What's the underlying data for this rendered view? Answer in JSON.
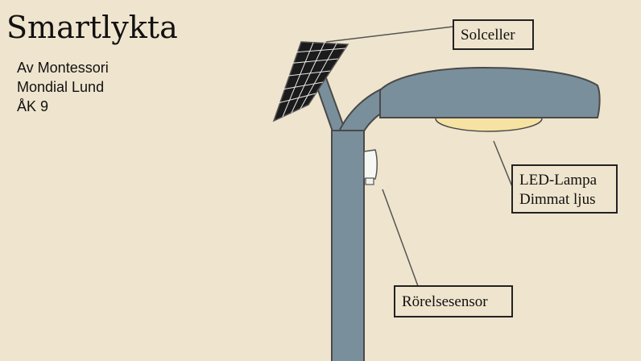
{
  "title": "Smartlykta",
  "subtitle": {
    "lines": [
      "Av Montessori",
      "Mondial Lund",
      "ÅK 9"
    ]
  },
  "labels": {
    "solar": "Solceller",
    "led_line1": "LED-Lampa",
    "led_line2": "Dimmat ljus",
    "sensor": "Rörelsesensor"
  },
  "colors": {
    "background": "#efe4cd",
    "pole": "#7a8f9c",
    "outline": "#4a4a4a",
    "lamp_glow": "#f6e2a2",
    "solar_panel": "#1b1b1b"
  }
}
